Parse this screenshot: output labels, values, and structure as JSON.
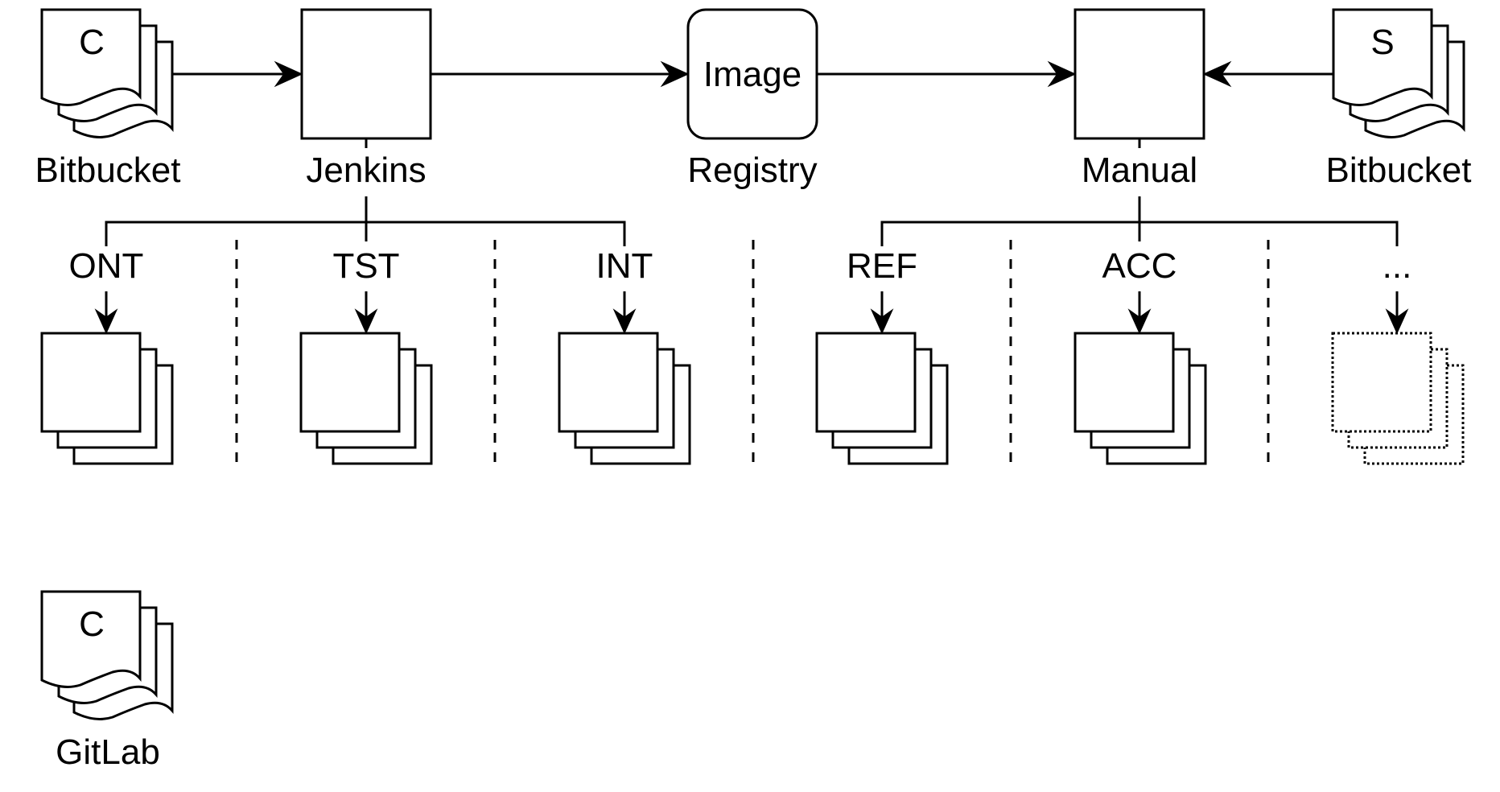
{
  "colors": {
    "stroke": "#000000",
    "background": "#ffffff"
  },
  "top": {
    "source_c": {
      "letter": "C",
      "label": "Bitbucket"
    },
    "jenkins": {
      "label": "Jenkins"
    },
    "registry": {
      "inner": "Image",
      "label": "Registry"
    },
    "manual": {
      "label": "Manual"
    },
    "source_s": {
      "letter": "S",
      "label": "Bitbucket"
    }
  },
  "environments": {
    "ont": {
      "label": "ONT"
    },
    "tst": {
      "label": "TST"
    },
    "int": {
      "label": "INT"
    },
    "ref": {
      "label": "REF"
    },
    "acc": {
      "label": "ACC"
    },
    "more": {
      "label": "..."
    }
  },
  "gitlab": {
    "letter": "C",
    "label": "GitLab"
  }
}
